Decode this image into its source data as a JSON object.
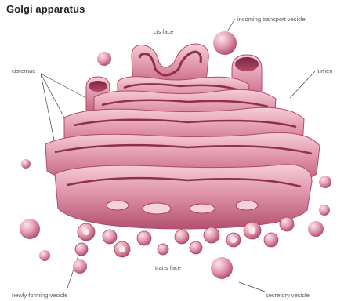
{
  "diagram": {
    "title": "Golgi apparatus",
    "labels": {
      "cis_face": "cis face",
      "incoming_vesicle": "incoming transport vesicle",
      "cisternae": "cisternae",
      "lumen": "lumen",
      "trans_face": "trans face",
      "newly_forming_vesicle": "newly forming vesicle",
      "secretory_vesicle": "secretory vesicle"
    }
  },
  "colors": {
    "membrane_dark": "#b55472",
    "membrane_mid": "#d98aa0",
    "membrane_light": "#f3c3cf",
    "lumen_interior": "#8e2f4e"
  }
}
